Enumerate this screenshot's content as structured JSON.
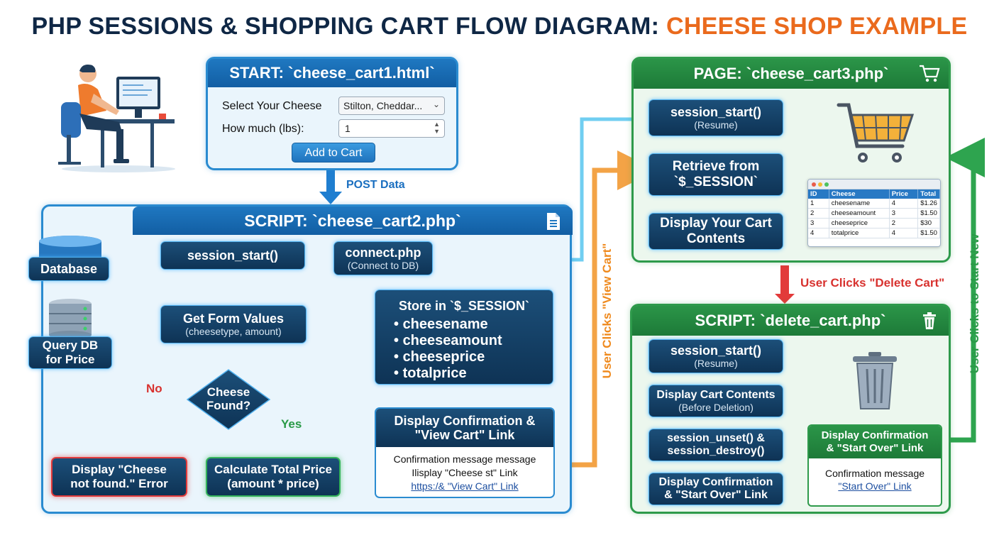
{
  "title": {
    "main": "PHP SESSIONS & SHOPPING CART FLOW DIAGRAM: ",
    "accent": "CHEESE SHOP EXAMPLE"
  },
  "start": {
    "header": "START: `cheese_cart1.html`",
    "select_label": "Select Your Cheese",
    "select_value": "Stilton, Cheddar...",
    "amount_label": "How much (lbs):",
    "amount_value": "1",
    "button": "Add to Cart"
  },
  "post_label": "POST Data",
  "cart2": {
    "header": "SCRIPT: `cheese_cart2.php`",
    "session_start": "session_start()",
    "connect_title": "connect.php",
    "connect_sub": "(Connect to DB)",
    "form_title": "Get Form Values",
    "form_sub": "(cheesetype, amount)",
    "decision_line1": "Cheese",
    "decision_line2": "Found?",
    "no_label": "No",
    "yes_label": "Yes",
    "error_line1": "Display \"Cheese",
    "error_line2": "not found.\" Error",
    "calc_line1": "Calculate Total Price",
    "calc_line2": "(amount * price)",
    "store_title": "Store in `$_SESSION`",
    "store_items": [
      "cheesename",
      "cheeseamount",
      "cheeseprice",
      "totalprice"
    ],
    "confirm_title_line1": "Display Confirmation &",
    "confirm_title_line2": "\"View Cart\" Link",
    "confirm_text1": "Confirmation message message",
    "confirm_text2": "Ilisplay \"Cheese st\" Link",
    "confirm_link": "https:/& \"View Cart\" Link"
  },
  "database_label": "Database",
  "query_line1": "Query DB",
  "query_line2": "for Price",
  "view_cart_label": "User Clicks \"View Cart\"",
  "cart3": {
    "header": "PAGE: `cheese_cart3.php`",
    "session_title": "session_start()",
    "session_sub": "(Resume)",
    "retrieve_line1": "Retrieve from",
    "retrieve_line2": "`$_SESSION`",
    "display_line1": "Display Your Cart",
    "display_line2": "Contents"
  },
  "cart_table": {
    "headers": [
      "ID",
      "Cheese",
      "Price",
      "Total"
    ],
    "rows": [
      [
        "1",
        "cheesename",
        "4",
        "$1.26"
      ],
      [
        "2",
        "cheeseamount",
        "3",
        "$1.50"
      ],
      [
        "3",
        "cheeseprice",
        "2",
        "$30"
      ],
      [
        "4",
        "totalprice",
        "4",
        "$1.50"
      ]
    ]
  },
  "delete_label": "User Clicks \"Delete Cart\"",
  "delete": {
    "header": "SCRIPT: `delete_cart.php`",
    "session_title": "session_start()",
    "session_sub": "(Resume)",
    "display_title": "Display Cart Contents",
    "display_sub": "(Before Deletion)",
    "unset_line1": "session_unset() &",
    "unset_line2": "session_destroy()",
    "confirm_line1": "Display Confirmation",
    "confirm_line2": "& \"Start Over\" Link",
    "panel_title_line1": "Display Confirmation",
    "panel_title_line2": "& \"Start Over\" Link",
    "panel_text": "Confirmation message",
    "panel_link": "\"Start Over\" Link"
  },
  "start_new_label": "User Clicks to Start New",
  "colors": {
    "navy": "#0f2745",
    "accent_orange": "#ea6a1d",
    "blue": "#2a8bd0",
    "green": "#2e9a4b",
    "red": "#e23a3a",
    "orange_arrow": "#f29a32"
  },
  "icons": [
    "person-at-computer-icon",
    "document-icon",
    "database-icon",
    "server-icon",
    "shopping-cart-icon",
    "trash-can-icon"
  ]
}
